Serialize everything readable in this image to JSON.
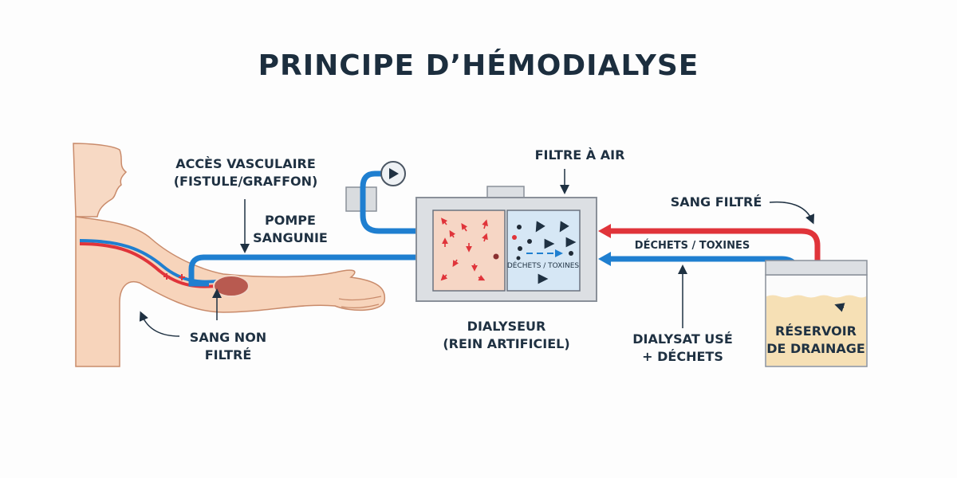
{
  "title": "PRINCIPE D’HÉMODIALYSE",
  "labels": {
    "vascular_access_line1": "ACCÈS VASCULAIRE",
    "vascular_access_line2": "(FISTULE/GRAFFON)",
    "pump_line1": "POMPE",
    "pump_line2": "SANGUNIE",
    "unfiltered_line1": "SANG NON",
    "unfiltered_line2": "FILTRÉ",
    "dialyzer_line1": "DIALYSEUR",
    "dialyzer_line2": "(REIN ARTIFICIEL)",
    "air_filter": "FILTRE À AIR",
    "filtered_blood": "SANG FILTRÉ",
    "waste_toxins": "DÉCHETS / TOXINES",
    "inner_waste_toxins": "DÉCHETS / TOXINES",
    "used_dialysate_line1": "DIALYSAT USÉ",
    "used_dialysate_line2": "+ DÉCHETS",
    "reservoir_line1": "RÉSERVOIR",
    "reservoir_line2": "DE DRAINAGE"
  },
  "colors": {
    "blood_red": "#e0343a",
    "dialysate_blue": "#1f7fd0",
    "skin": "#f6d3bb",
    "text": "#1f3142"
  }
}
